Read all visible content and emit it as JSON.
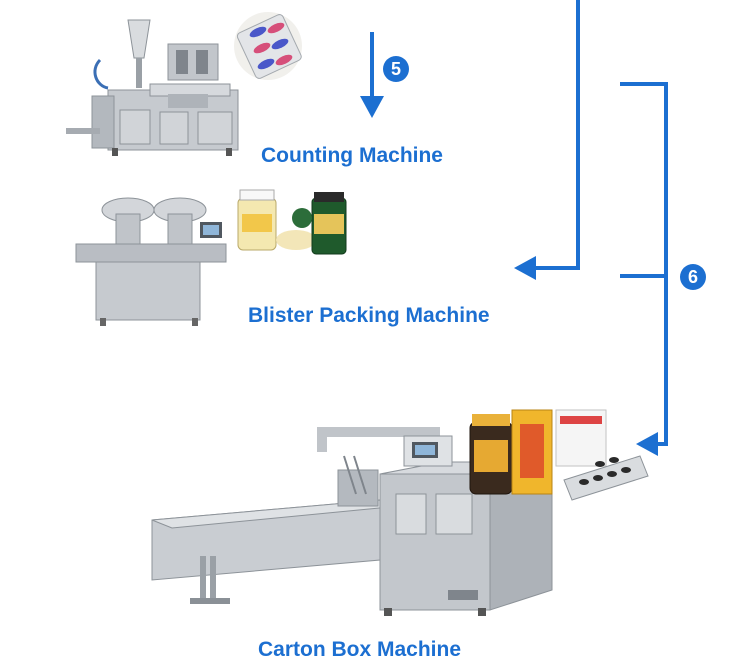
{
  "labels": {
    "counting": "Counting Machine",
    "blister": "Blister Packing Machine",
    "carton": "Carton Box Machine"
  },
  "steps": {
    "step5": "5",
    "step6": "6"
  },
  "colors": {
    "arrow": "#1c6fd1",
    "label": "#1c6fd1",
    "steel": "#b8bcc2",
    "steel_dark": "#7f858c"
  },
  "images": {
    "machine1": "blister-packing-machine-illustration",
    "product1": "capsule-blister-pack-illustration",
    "machine2": "tablet-counting-machine-illustration",
    "product2": "pill-bottles-illustration",
    "machine3": "cartoning-machine-illustration",
    "product3": "medicine-box-and-blister-illustration"
  }
}
